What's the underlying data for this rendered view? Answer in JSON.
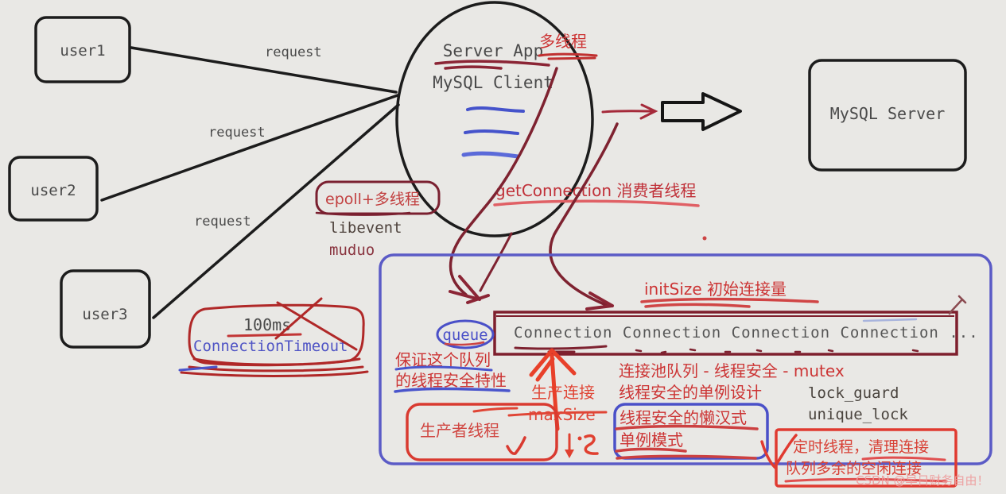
{
  "clients": [
    {
      "label": "user1"
    },
    {
      "label": "user2"
    },
    {
      "label": "user3"
    }
  ],
  "request_label": "request",
  "server": {
    "title": "Server App",
    "subtitle": "MySQL Client",
    "thread_note": "多线程"
  },
  "tech_notes": {
    "epoll": "epoll+多线程",
    "libevent": "libevent",
    "muduo": "muduo"
  },
  "flow": {
    "get_connection": "getConnection 消费者线程"
  },
  "mysql_server": {
    "label": "MySQL Server"
  },
  "timeout": {
    "duration": "100ms",
    "name": "ConnectionTimeout"
  },
  "pool": {
    "init_size": "initSize 初始连接量",
    "connections": "Connection Connection Connection Connection ...",
    "queue_label": "queue",
    "queue_note1": "保证这个队列",
    "queue_note2": "的线程安全特性",
    "produce": "生产连接",
    "max_size": "maxSize",
    "producer": "生产者线程",
    "queue_safety": "连接池队列  - 线程安全 - mutex",
    "singleton": "线程安全的单例设计",
    "lock_guard": "lock_guard",
    "unique_lock": "unique_lock",
    "lazy1": "线程安全的懒汉式",
    "lazy2": "单例模式",
    "timer1": "定时线程，清理连接",
    "timer2": "队列多余的空闲连接"
  },
  "watermark": "CSDN @早日财务自由！",
  "colors": {
    "background": "#e9e8e5",
    "ink_black": "#1c1c1c",
    "text_gray": "#4a4a4a",
    "ink_dark_red": "#7e2230",
    "ink_mid_red": "#b02828",
    "ink_bright_red": "#d9392e",
    "ink_blue": "#4a50c8",
    "ink_light_blue": "#a8b4dd",
    "watermark_pink": "#ee9a9a"
  }
}
